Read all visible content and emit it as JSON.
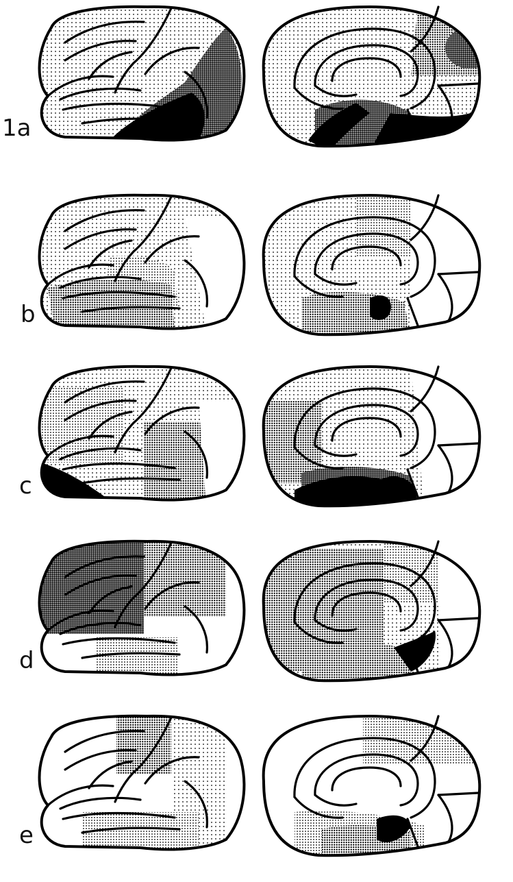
{
  "figure": {
    "rows": [
      {
        "label": "1a",
        "lateral_regions": [
          {
            "name": "frontal",
            "density": "sparse"
          },
          {
            "name": "parietal-occipital",
            "density": "sparse"
          },
          {
            "name": "temporal-posterior",
            "density": "heavy"
          },
          {
            "name": "temporal-inferior",
            "density": "black"
          }
        ],
        "medial_regions": [
          {
            "name": "frontal-medial",
            "density": "sparse"
          },
          {
            "name": "parietal-medial",
            "density": "medium"
          },
          {
            "name": "occipital-pole",
            "density": "heavy"
          },
          {
            "name": "temporal-medial",
            "density": "black"
          },
          {
            "name": "limbic",
            "density": "heavy"
          }
        ]
      },
      {
        "label": "b",
        "lateral_regions": [
          {
            "name": "frontal",
            "density": "sparse"
          },
          {
            "name": "parietal-occipital",
            "density": "sparse"
          },
          {
            "name": "temporal-posterior",
            "density": "light"
          },
          {
            "name": "temporal-inferior",
            "density": "medium"
          }
        ],
        "medial_regions": [
          {
            "name": "frontal-medial",
            "density": "sparse"
          },
          {
            "name": "parietal-medial",
            "density": "light"
          },
          {
            "name": "occipital-pole",
            "density": "none"
          },
          {
            "name": "temporal-medial",
            "density": "medium"
          },
          {
            "name": "limbic",
            "density": "black"
          }
        ]
      },
      {
        "label": "c",
        "lateral_regions": [
          {
            "name": "frontal",
            "density": "light"
          },
          {
            "name": "parietal-occipital",
            "density": "sparse"
          },
          {
            "name": "temporal-posterior",
            "density": "medium"
          },
          {
            "name": "temporal-inferior",
            "density": "black"
          }
        ],
        "medial_regions": [
          {
            "name": "frontal-medial",
            "density": "medium"
          },
          {
            "name": "parietal-medial",
            "density": "light"
          },
          {
            "name": "occipital-pole",
            "density": "none"
          },
          {
            "name": "temporal-medial",
            "density": "black"
          },
          {
            "name": "limbic",
            "density": "heavy"
          }
        ]
      },
      {
        "label": "d",
        "lateral_regions": [
          {
            "name": "frontal",
            "density": "heavy"
          },
          {
            "name": "parietal-occipital",
            "density": "medium"
          },
          {
            "name": "temporal-posterior",
            "density": "none"
          },
          {
            "name": "temporal-inferior",
            "density": "light"
          }
        ],
        "medial_regions": [
          {
            "name": "frontal-medial",
            "density": "medium"
          },
          {
            "name": "parietal-medial",
            "density": "light"
          },
          {
            "name": "occipital-pole",
            "density": "none"
          },
          {
            "name": "temporal-medial",
            "density": "medium"
          },
          {
            "name": "limbic",
            "density": "black"
          }
        ]
      },
      {
        "label": "e",
        "lateral_regions": [
          {
            "name": "frontal",
            "density": "none"
          },
          {
            "name": "parietal-occipital",
            "density": "medium"
          },
          {
            "name": "temporal-posterior",
            "density": "sparse"
          },
          {
            "name": "temporal-inferior",
            "density": "light"
          }
        ],
        "medial_regions": [
          {
            "name": "frontal-medial",
            "density": "none"
          },
          {
            "name": "parietal-medial",
            "density": "light"
          },
          {
            "name": "occipital-pole",
            "density": "none"
          },
          {
            "name": "temporal-medial",
            "density": "medium"
          },
          {
            "name": "limbic",
            "density": "black"
          }
        ]
      }
    ]
  }
}
